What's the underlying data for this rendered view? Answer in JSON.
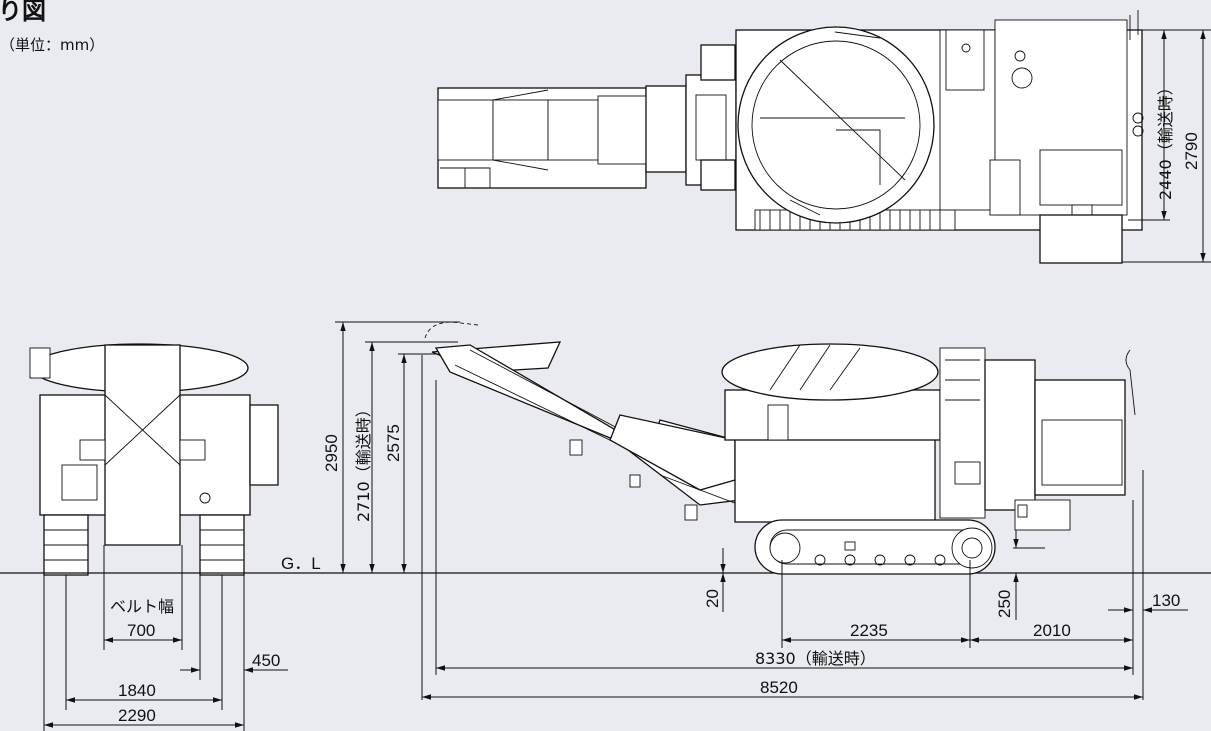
{
  "header": {
    "title": "り図",
    "unit": "（単位：mm）"
  },
  "ground_label": "G．L",
  "belt_width_label": "ベルト幅",
  "dimensions": {
    "belt_width": "700",
    "track_width": "450",
    "track_center": "1840",
    "overall_width": "2290",
    "height_total": "2950",
    "height_transport": "2710（輸送時）",
    "height_feed": "2575",
    "ground_clearance": "20",
    "track_height": "250",
    "track_span": "2235",
    "rear_length": "2010",
    "rear_overhang": "130",
    "length_transport": "8330（輸送時）",
    "length_total": "8520",
    "width_transport": "2440（輸送時）",
    "width_total": "2790"
  }
}
